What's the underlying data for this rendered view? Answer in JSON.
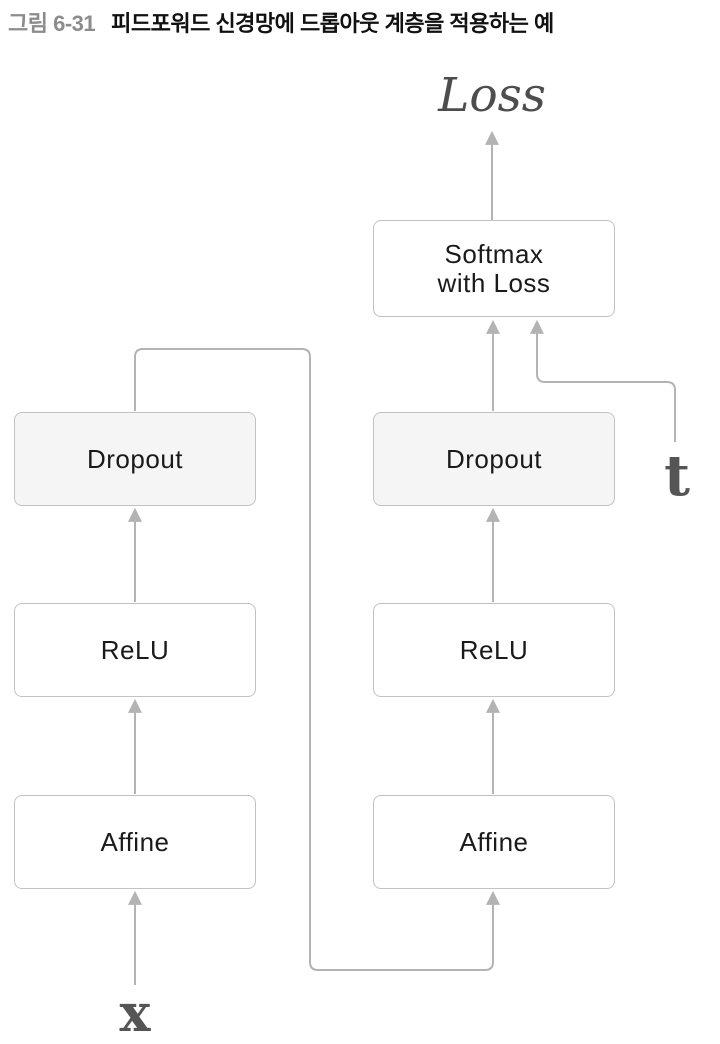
{
  "title": {
    "figure_label": "그림 6-31",
    "caption": "피드포워드 신경망에 드롭아웃 계층을 적용하는 예"
  },
  "diagram": {
    "output_label": "Loss",
    "input_label": "x",
    "target_label": "t",
    "nodes": {
      "softmax": {
        "line1": "Softmax",
        "line2": "with Loss"
      },
      "dropout_right": "Dropout",
      "relu_right": "ReLU",
      "affine_right": "Affine",
      "dropout_left": "Dropout",
      "relu_left": "ReLU",
      "affine_left": "Affine"
    },
    "edges": [
      {
        "from": "softmax_with_loss",
        "to": "loss"
      },
      {
        "from": "dropout_right",
        "to": "softmax_with_loss"
      },
      {
        "from": "t",
        "to": "softmax_with_loss"
      },
      {
        "from": "relu_right",
        "to": "dropout_right"
      },
      {
        "from": "affine_right",
        "to": "relu_right"
      },
      {
        "from": "dropout_left",
        "to": "affine_right"
      },
      {
        "from": "relu_left",
        "to": "dropout_left"
      },
      {
        "from": "affine_left",
        "to": "relu_left"
      },
      {
        "from": "x",
        "to": "affine_left"
      }
    ],
    "colors": {
      "wire": "#b3b3b3",
      "box_border": "#c2c2c2",
      "box_fill": "#ffffff",
      "dropout_fill": "#f5f5f5",
      "box_text": "#1a1a1a",
      "label_text": "#555555",
      "figure_label": "#8c8c8c"
    }
  }
}
